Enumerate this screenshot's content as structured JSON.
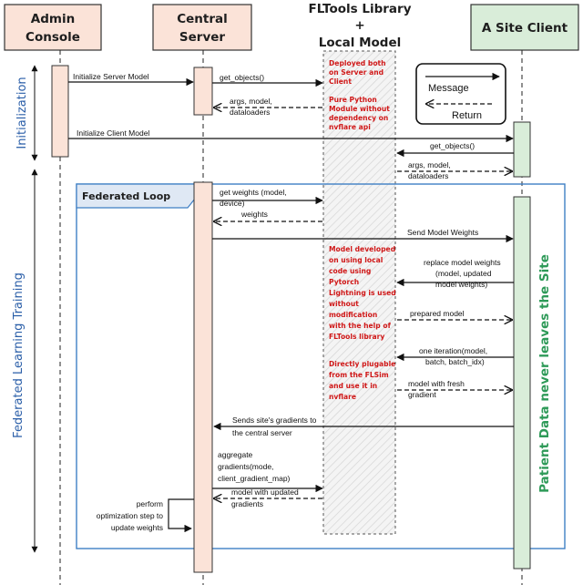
{
  "colors": {
    "admin_header_bg": "#fbe3d8",
    "server_header_bg": "#fbe3d8",
    "client_header_bg": "#d9edd9",
    "bar_admin": "#fbe3d8",
    "bar_client": "#d9edd9",
    "loop_border": "#3f7fc4",
    "loop_tag_bg": "#dfe8f4",
    "red_text": "#d01818",
    "side_blue": "#2a5ea8",
    "green_text": "#2e9a58"
  },
  "participants": {
    "admin": [
      "Admin",
      "Console"
    ],
    "server": [
      "Central",
      "Server"
    ],
    "library": [
      "FLTools Library",
      "+",
      "Local Model"
    ],
    "client": [
      "A Site Client"
    ]
  },
  "side_labels": {
    "initialization": "Initialization",
    "training": "Federated Learning Training"
  },
  "loop_label": "Federated Loop",
  "patient_note": "Patient Data never leaves the Site",
  "legend": {
    "message": "Message",
    "return": "Return"
  },
  "messages": {
    "init_server_model": "Initialize Server Model",
    "get_objects_1": "get_objects()",
    "args_1": [
      "args, model,",
      "dataloaders"
    ],
    "init_client_model": "Initialize Client Model",
    "get_objects_2": "get_objects()",
    "args_2": [
      "args, model,",
      "dataloaders"
    ],
    "get_weights": [
      "get weights (model,",
      "device)"
    ],
    "weights": "weights",
    "send_weights": "Send Model Weights",
    "replace_weights": [
      "replace model weights",
      "(model, updated",
      "model weights)"
    ],
    "prepared_model": "prepared model",
    "one_iteration": [
      "one iteration(model,",
      "batch, batch_idx)"
    ],
    "fresh_gradient": [
      "model with fresh",
      "gradient"
    ],
    "sends_gradients": [
      "Sends site's gradients to",
      "the central server"
    ],
    "aggregate": [
      "aggregate",
      "gradients(mode,",
      "client_gradient_map)"
    ],
    "updated_gradients": [
      "model with updated",
      "gradients"
    ],
    "optimization": [
      "perform",
      "optimization step to",
      "update weights"
    ]
  },
  "notes": {
    "deployed": [
      "Deployed both",
      "on Server and",
      "Client"
    ],
    "pure_python": [
      "Pure Python",
      "Module without",
      "dependency on",
      "nvflare api"
    ],
    "model_developed": [
      "Model developed",
      "on using local",
      "code using",
      "Pytorch",
      "Lightning is used",
      "without",
      "modification",
      "with the help of",
      "FLTools library"
    ],
    "pluggable": [
      "Directly plugable",
      "from the FLSim",
      "and use it in",
      "nvflare"
    ]
  }
}
